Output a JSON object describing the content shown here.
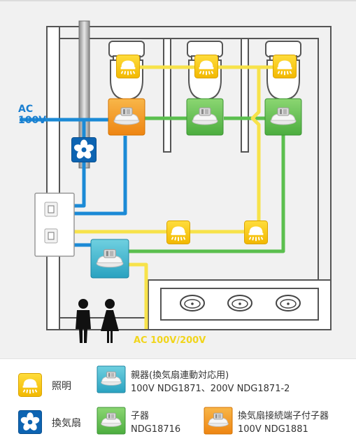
{
  "labels": {
    "ac_in": "AC",
    "ac_in_volt": "100V",
    "ac_out": "AC 100V/200V"
  },
  "legend": {
    "light": "照明",
    "fan": "換気扇",
    "parent_title": "親器(換気扇連動対応用)",
    "parent_models": "100V NDG1871、200V NDG1871-2",
    "child_title": "子器",
    "child_model": "NDG18716",
    "terminal_title": "換気扇接続端子付子器",
    "terminal_model": "100V NDG1881"
  },
  "colors": {
    "wire_blue": "#1b8ad6",
    "wire_yellow": "#f7e24a",
    "wire_green": "#5bbf4e",
    "light_icon": "#f5c400",
    "fan_icon": "#0d64b2",
    "parent_device": "#3fb8d0",
    "child_device": "#6ac454",
    "terminal_device": "#f59a1c",
    "wall": "#555555"
  },
  "icons": [
    "light-icon",
    "fan-icon",
    "parent-sensor-icon",
    "child-sensor-icon",
    "terminal-sensor-icon",
    "male-icon",
    "female-icon",
    "toilet-icon",
    "sink-icon",
    "switch-icon"
  ]
}
